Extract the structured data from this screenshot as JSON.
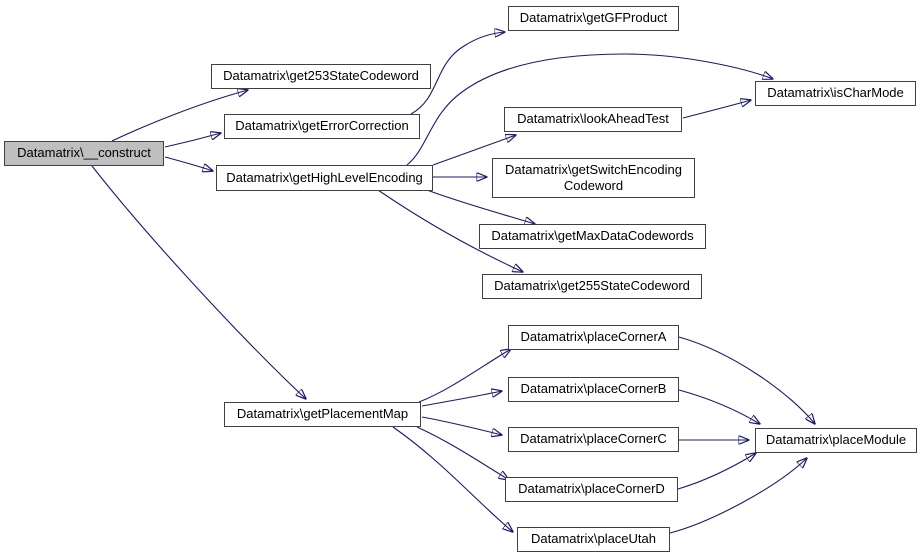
{
  "diagram": {
    "kind": "call-graph",
    "root_function": "Datamatrix\\__construct",
    "background_color": "#ffffff",
    "edge_color": "#191970",
    "node_fill_color": "#ffffff",
    "node_border_color": "#404040",
    "root_node_fill_color": "#bfbfbf",
    "text_color": "#000000"
  },
  "nodes": {
    "construct": {
      "label": "Datamatrix\\__construct"
    },
    "get253StateCodeword": {
      "label": "Datamatrix\\get253StateCodeword"
    },
    "getErrorCorrection": {
      "label": "Datamatrix\\getErrorCorrection"
    },
    "getHighLevelEncoding": {
      "label": "Datamatrix\\getHighLevelEncoding"
    },
    "getGFProduct": {
      "label": "Datamatrix\\getGFProduct"
    },
    "isCharMode": {
      "label": "Datamatrix\\isCharMode"
    },
    "lookAheadTest": {
      "label": "Datamatrix\\lookAheadTest"
    },
    "getSwitchEncodingCodeword": {
      "label": "Datamatrix\\getSwitchEncoding\nCodeword"
    },
    "getMaxDataCodewords": {
      "label": "Datamatrix\\getMaxDataCodewords"
    },
    "get255StateCodeword": {
      "label": "Datamatrix\\get255StateCodeword"
    },
    "getPlacementMap": {
      "label": "Datamatrix\\getPlacementMap"
    },
    "placeCornerA": {
      "label": "Datamatrix\\placeCornerA"
    },
    "placeCornerB": {
      "label": "Datamatrix\\placeCornerB"
    },
    "placeCornerC": {
      "label": "Datamatrix\\placeCornerC"
    },
    "placeCornerD": {
      "label": "Datamatrix\\placeCornerD"
    },
    "placeUtah": {
      "label": "Datamatrix\\placeUtah"
    },
    "placeModule": {
      "label": "Datamatrix\\placeModule"
    }
  },
  "edges": [
    {
      "from": "construct",
      "to": "get253StateCodeword"
    },
    {
      "from": "construct",
      "to": "getErrorCorrection"
    },
    {
      "from": "construct",
      "to": "getHighLevelEncoding"
    },
    {
      "from": "construct",
      "to": "getPlacementMap"
    },
    {
      "from": "getErrorCorrection",
      "to": "getGFProduct"
    },
    {
      "from": "getHighLevelEncoding",
      "to": "isCharMode"
    },
    {
      "from": "getHighLevelEncoding",
      "to": "lookAheadTest"
    },
    {
      "from": "getHighLevelEncoding",
      "to": "getSwitchEncodingCodeword"
    },
    {
      "from": "getHighLevelEncoding",
      "to": "getMaxDataCodewords"
    },
    {
      "from": "getHighLevelEncoding",
      "to": "get255StateCodeword"
    },
    {
      "from": "lookAheadTest",
      "to": "isCharMode"
    },
    {
      "from": "getPlacementMap",
      "to": "placeCornerA"
    },
    {
      "from": "getPlacementMap",
      "to": "placeCornerB"
    },
    {
      "from": "getPlacementMap",
      "to": "placeCornerC"
    },
    {
      "from": "getPlacementMap",
      "to": "placeCornerD"
    },
    {
      "from": "getPlacementMap",
      "to": "placeUtah"
    },
    {
      "from": "placeCornerA",
      "to": "placeModule"
    },
    {
      "from": "placeCornerB",
      "to": "placeModule"
    },
    {
      "from": "placeCornerC",
      "to": "placeModule"
    },
    {
      "from": "placeCornerD",
      "to": "placeModule"
    },
    {
      "from": "placeUtah",
      "to": "placeModule"
    }
  ]
}
